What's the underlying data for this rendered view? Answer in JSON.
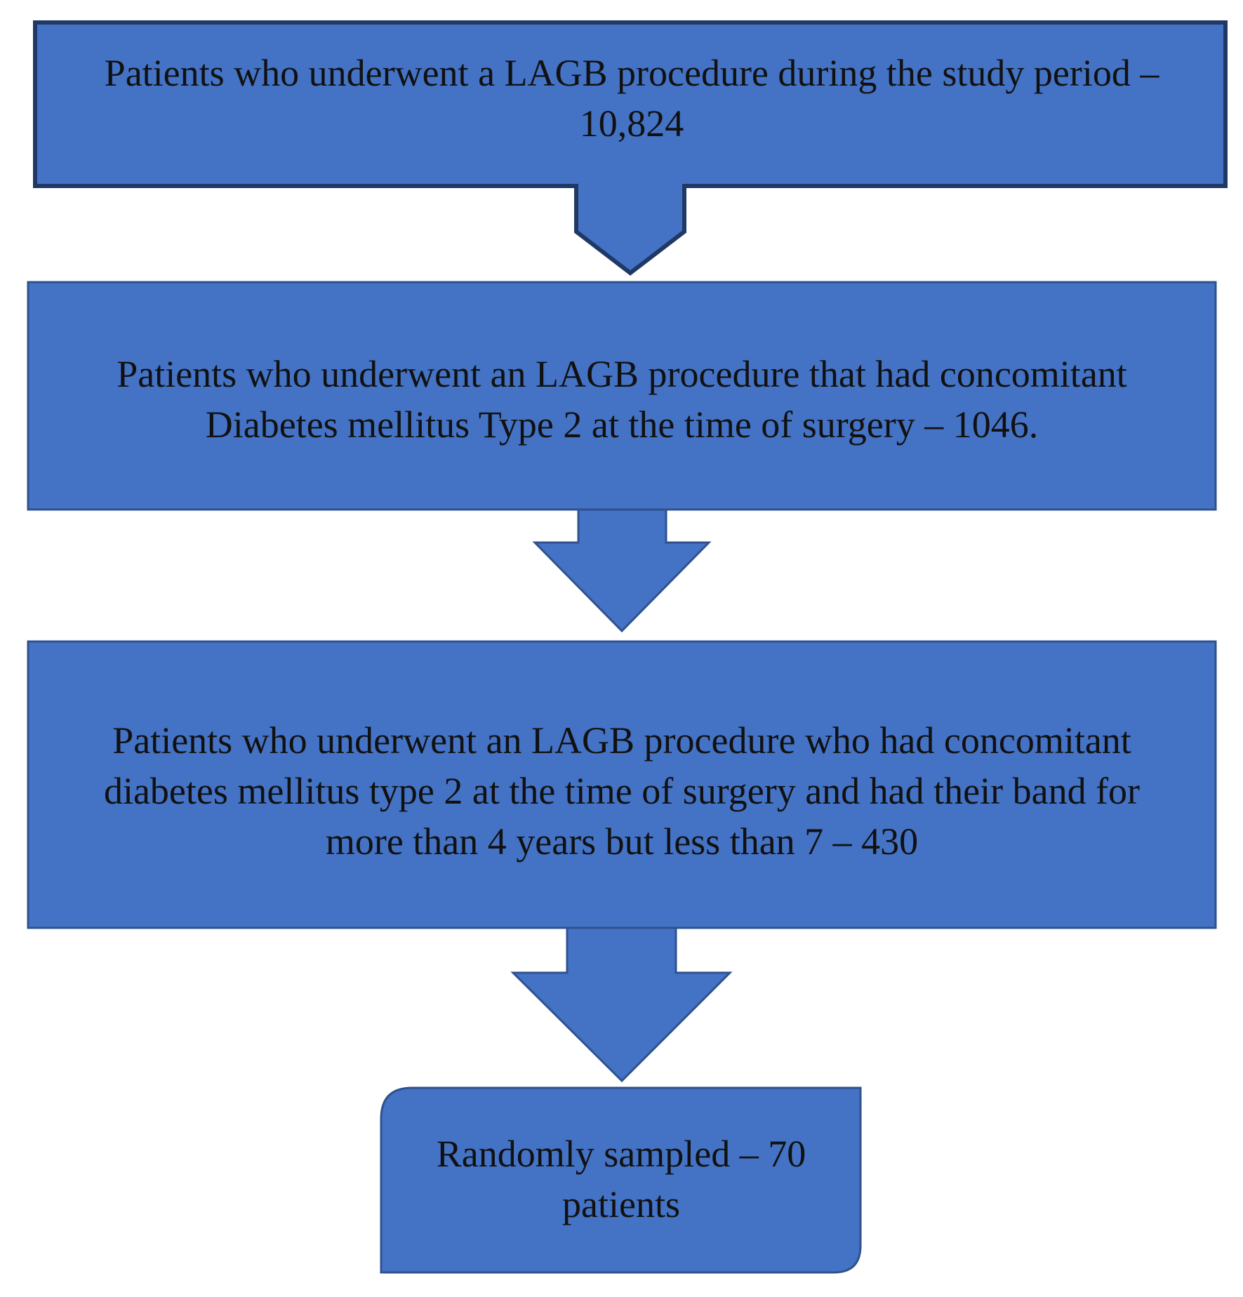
{
  "colors": {
    "box_fill": "#4472c4",
    "box_border": "#2f528f",
    "top_box_border": "#203864",
    "text": "#111111",
    "background": "#ffffff"
  },
  "steps": [
    {
      "text": "Patients who underwent a LAGB procedure during the study period –  10,824"
    },
    {
      "text": "Patients who underwent an LAGB procedure that had concomitant Diabetes mellitus Type 2 at the time of surgery – 1046."
    },
    {
      "text": "Patients who underwent an LAGB procedure who had concomitant diabetes mellitus type 2 at the time of surgery and had their band for more than 4 years but less than 7 – 430"
    },
    {
      "text": "Randomly sampled – 70 patients"
    }
  ]
}
